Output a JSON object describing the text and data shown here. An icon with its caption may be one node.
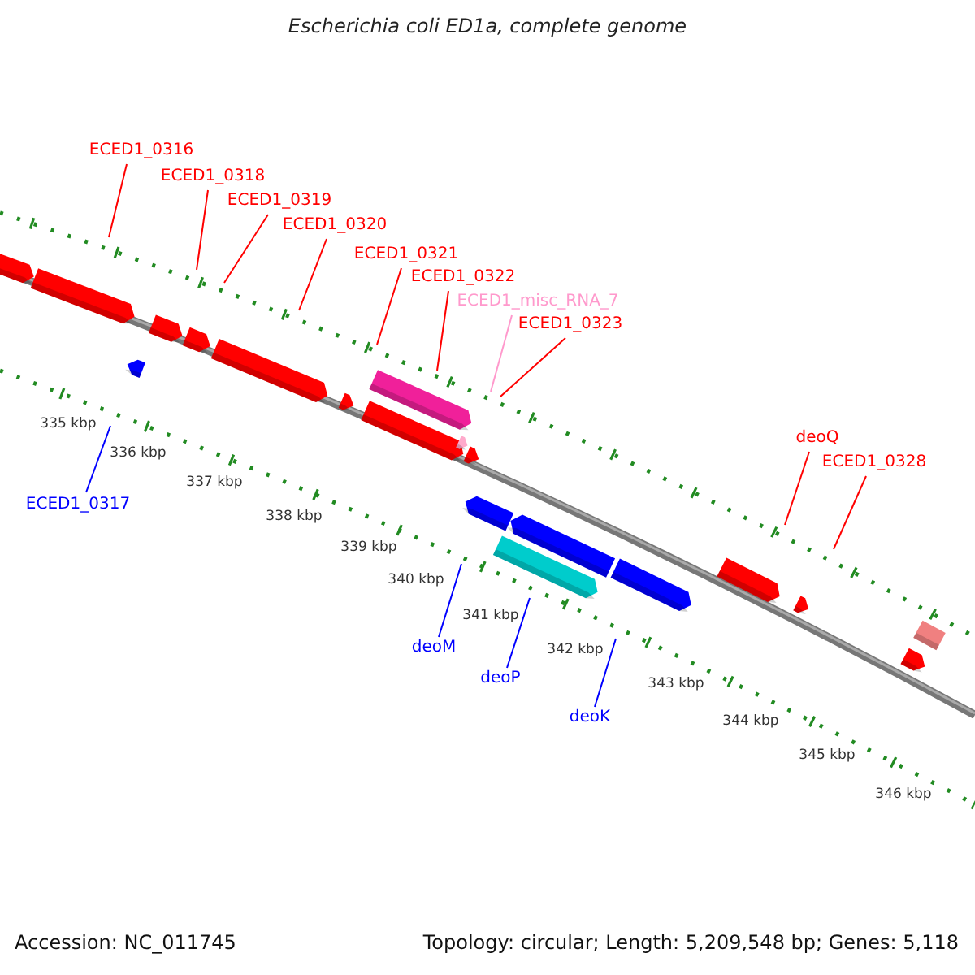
{
  "diagram": {
    "title": "Escherichia coli ED1a, complete genome",
    "nodes": [
      {
        "text": [
          "ECED1_0316"
        ]
      },
      {
        "text": [
          "ECED1_0318"
        ]
      },
      {
        "text": [
          "ECED1_0319"
        ]
      },
      {
        "text": [
          "ECED1_0320"
        ]
      },
      {
        "text": [
          "ECED1_0321"
        ]
      },
      {
        "text": [
          "ECED1_0322"
        ]
      },
      {
        "text": [
          "ECED1_misc_RNA_7"
        ]
      },
      {
        "text": [
          "ECED1_0323"
        ]
      },
      {
        "text": [
          "deoQ"
        ]
      },
      {
        "text": [
          "ECED1_0328"
        ]
      },
      {
        "text": [
          "ECED1_0317"
        ]
      },
      {
        "text": [
          "deoM"
        ]
      },
      {
        "text": [
          "deoP"
        ]
      },
      {
        "text": [
          "deoK"
        ]
      }
    ],
    "edges": [
      {
        "from": 0,
        "to": null,
        "arrow": "none"
      },
      {
        "from": 1,
        "to": null,
        "arrow": "none"
      },
      {
        "from": 2,
        "to": null,
        "arrow": "none"
      },
      {
        "from": 3,
        "to": null,
        "arrow": "none"
      },
      {
        "from": 4,
        "to": null,
        "arrow": "none"
      },
      {
        "from": 5,
        "to": null,
        "arrow": "none"
      },
      {
        "from": 6,
        "to": null,
        "arrow": "none",
        "color": "#ff99cc"
      },
      {
        "from": 7,
        "to": null,
        "arrow": "none"
      },
      {
        "from": 8,
        "to": null,
        "arrow": "none"
      },
      {
        "from": 9,
        "to": null,
        "arrow": "none"
      },
      {
        "from": 10,
        "to": null,
        "arrow": "none",
        "color": "#0000ff"
      },
      {
        "from": 11,
        "to": null,
        "arrow": "none",
        "color": "#0000ff"
      },
      {
        "from": 12,
        "to": null,
        "arrow": "none",
        "color": "#0000ff"
      },
      {
        "from": 13,
        "to": null,
        "arrow": "none",
        "color": "#0000ff"
      }
    ],
    "labels": [
      "335 kbp",
      "336 kbp",
      "337 kbp",
      "338 kbp",
      "339 kbp",
      "340 kbp",
      "341 kbp",
      "342 kbp",
      "343 kbp",
      "344 kbp",
      "345 kbp",
      "346 kbp",
      "Accession: NC_011745",
      "Topology: circular; Length: 5,209,548 bp; Genes: 5,118"
    ]
  }
}
